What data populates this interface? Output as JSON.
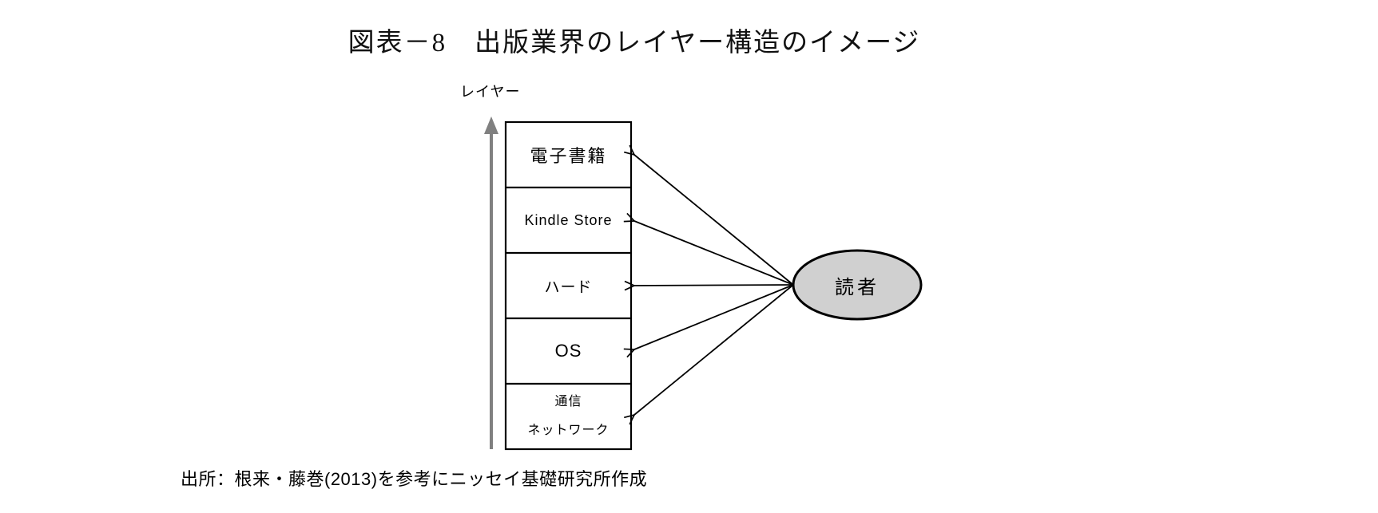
{
  "figure": {
    "title": "図表－8　出版業界のレイヤー構造のイメージ",
    "source_note": "出所：根来・藤巻(2013)を参考にニッセイ基礎研究所作成"
  },
  "diagram": {
    "type": "layer-structure",
    "axis_label": "レイヤー",
    "layers": [
      {
        "label": "電子書籍"
      },
      {
        "label": "Kindle Store"
      },
      {
        "label": "ハード"
      },
      {
        "label": "OS"
      },
      {
        "label": "通信\nネットワーク"
      }
    ],
    "actor": {
      "label": "読者"
    },
    "relations_note": "reader connects to every layer",
    "colors": {
      "actor_fill": "#d0d0d0",
      "actor_stroke": "#000000",
      "axis_arrow": "#808080",
      "line": "#000000",
      "box_fill": "#ffffff"
    }
  }
}
